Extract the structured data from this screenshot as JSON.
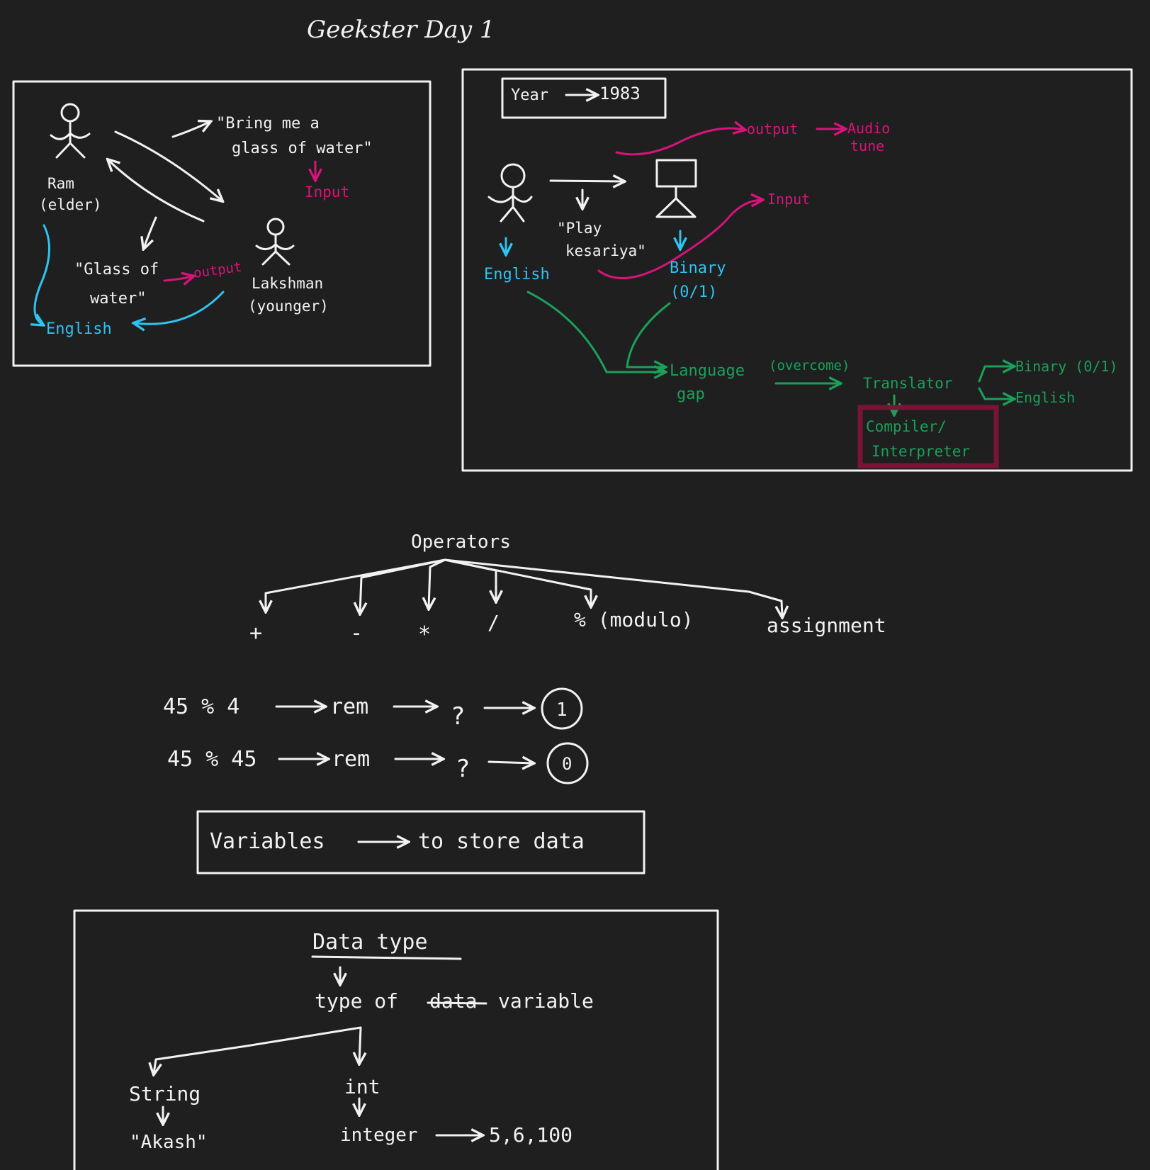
{
  "title": "Geekster Day 1",
  "colors": {
    "background": "#1f1f1f",
    "ink": "#f2f2f2",
    "pink": "#d8137a",
    "blue": "#2ec3f2",
    "green": "#1aa05a",
    "maroon": "#7a1436"
  },
  "panel_ram": {
    "ram_label": "Ram",
    "ram_sub": "(elder)",
    "quote_line1": "\"Bring me a",
    "quote_line2": "glass of water\"",
    "input": "Input",
    "lakshman_label": "Lakshman",
    "lakshman_sub": "(younger)",
    "reply_line1": "\"Glass of",
    "reply_line2": "water\"",
    "output": "output",
    "english": "English"
  },
  "panel_computer": {
    "year_label": "Year",
    "year_value": "1983",
    "output": "output",
    "audio_line1": "Audio",
    "audio_line2": "tune",
    "input": "Input",
    "quote_line1": "\"Play",
    "quote_line2": "kesariya\"",
    "english": "English",
    "binary_line1": "Binary",
    "binary_line2": "(0/1)",
    "gap_line1": "Language",
    "gap_line2": "gap",
    "overcome": "(overcome)",
    "translator": "Translator",
    "binary_out": "Binary (0/1)",
    "english_out": "English",
    "compiler": "Compiler/",
    "interpreter": "Interpreter"
  },
  "operators": {
    "title": "Operators",
    "items": [
      "+",
      "-",
      "*",
      "/",
      "% (modulo)",
      "assignment"
    ]
  },
  "modulo_examples": [
    {
      "expr": "45 % 4",
      "rem": "rem",
      "q": "?",
      "result": "1"
    },
    {
      "expr": "45 % 45",
      "rem": "rem",
      "q": "?",
      "result": "0"
    }
  ],
  "variables": {
    "label": "Variables",
    "desc": "to store data"
  },
  "datatype": {
    "title": "Data type",
    "line_a": "type of",
    "struck": "data",
    "line_b": "variable",
    "string_label": "String",
    "string_example": "\"Akash\"",
    "int_label": "int",
    "int_full": "integer",
    "int_examples": "5,6,100"
  }
}
